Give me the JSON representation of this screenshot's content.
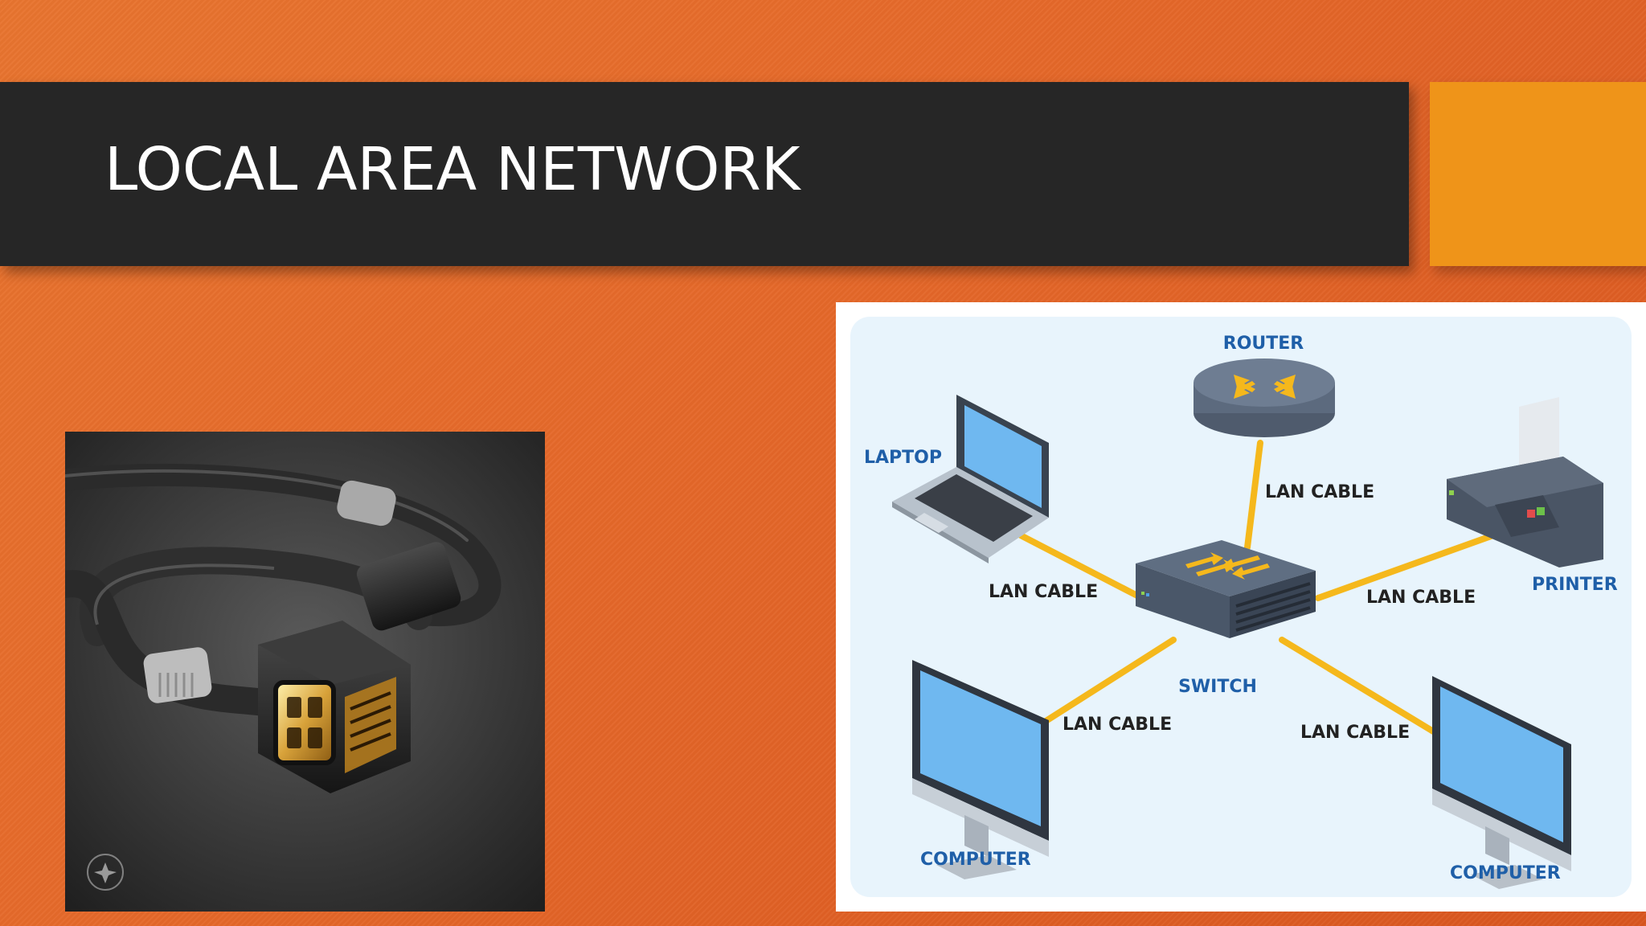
{
  "slide": {
    "title": "LOCAL AREA NETWORK",
    "colors": {
      "background": "#e5692a",
      "title_band": "#262626",
      "accent_block": "#ef9419",
      "cable": "#f5b81c",
      "label_blue": "#1f5fa8"
    }
  },
  "photo": {
    "icon": "ethernet-cable-photo"
  },
  "diagram": {
    "nodes": {
      "router": "ROUTER",
      "laptop": "LAPTOP",
      "printer": "PRINTER",
      "switch": "SWITCH",
      "computer_left": "COMPUTER",
      "computer_right": "COMPUTER"
    },
    "cable_labels": {
      "router": "LAN CABLE",
      "laptop": "LAN CABLE",
      "printer": "LAN CABLE",
      "computer_left": "LAN CABLE",
      "computer_right": "LAN CABLE"
    }
  }
}
